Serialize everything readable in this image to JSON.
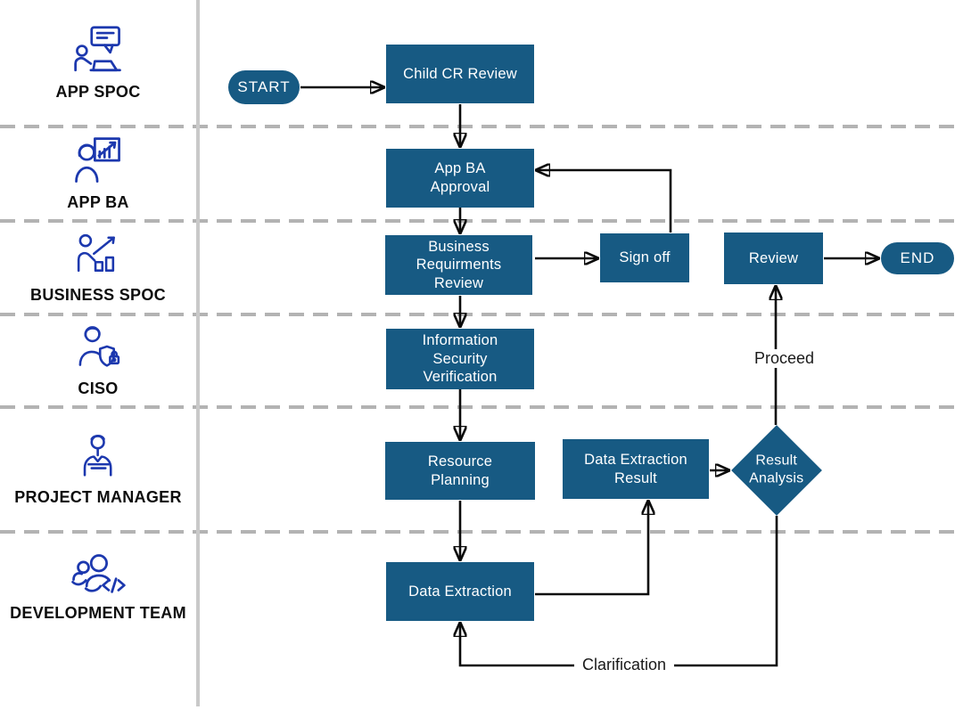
{
  "diagram": {
    "type": "swimlane-flowchart",
    "colors": {
      "node_fill": "#175a83",
      "node_text": "#ffffff",
      "icon_blue": "#1c38ae",
      "lane_label_text": "#0d0d0d",
      "lane_separator": "#b3b3b3",
      "lane_divider": "#c9c9c9",
      "arrow": "#0a0a0a"
    },
    "lanes": [
      {
        "label": "APP SPOC",
        "icon": "person-laptop-chat-icon"
      },
      {
        "label": "APP BA",
        "icon": "person-presentation-chart-icon"
      },
      {
        "label": "BUSINESS SPOC",
        "icon": "person-growth-chart-icon"
      },
      {
        "label": "CISO",
        "icon": "person-shield-lock-icon"
      },
      {
        "label": "PROJECT MANAGER",
        "icon": "person-crossed-arms-icon"
      },
      {
        "label": "DEVELOPMENT TEAM",
        "icon": "team-code-icon"
      }
    ],
    "nodes": {
      "start": {
        "label": "START",
        "shape": "terminator"
      },
      "child_cr_review": {
        "label": "Child CR Review",
        "shape": "process"
      },
      "app_ba_approval": {
        "label": "App BA\nApproval",
        "shape": "process"
      },
      "business_requirments_review": {
        "label": "Business\nRequirments\nReview",
        "shape": "process"
      },
      "sign_off": {
        "label": "Sign off",
        "shape": "process"
      },
      "review": {
        "label": "Review",
        "shape": "process"
      },
      "end": {
        "label": "END",
        "shape": "terminator"
      },
      "information_security_verification": {
        "label": "Information\nSecurity\nVerification",
        "shape": "process"
      },
      "resource_planning": {
        "label": "Resource\nPlanning",
        "shape": "process"
      },
      "data_extraction_result": {
        "label": "Data Extraction\nResult",
        "shape": "process"
      },
      "result_analysis": {
        "label": "Result\nAnalysis",
        "shape": "decision"
      },
      "data_extraction": {
        "label": "Data Extraction",
        "shape": "process"
      }
    },
    "edge_labels": {
      "proceed": "Proceed",
      "clarification": "Clarification"
    },
    "edges": [
      "start -> child_cr_review",
      "child_cr_review -> app_ba_approval",
      "app_ba_approval -> business_requirments_review",
      "business_requirments_review -> sign_off",
      "sign_off -> app_ba_approval",
      "business_requirments_review -> information_security_verification",
      "information_security_verification -> resource_planning",
      "resource_planning -> data_extraction",
      "data_extraction -> data_extraction_result",
      "data_extraction_result -> result_analysis",
      "result_analysis -> review (Proceed)",
      "review -> end",
      "result_analysis -> data_extraction (Clarification)"
    ]
  }
}
